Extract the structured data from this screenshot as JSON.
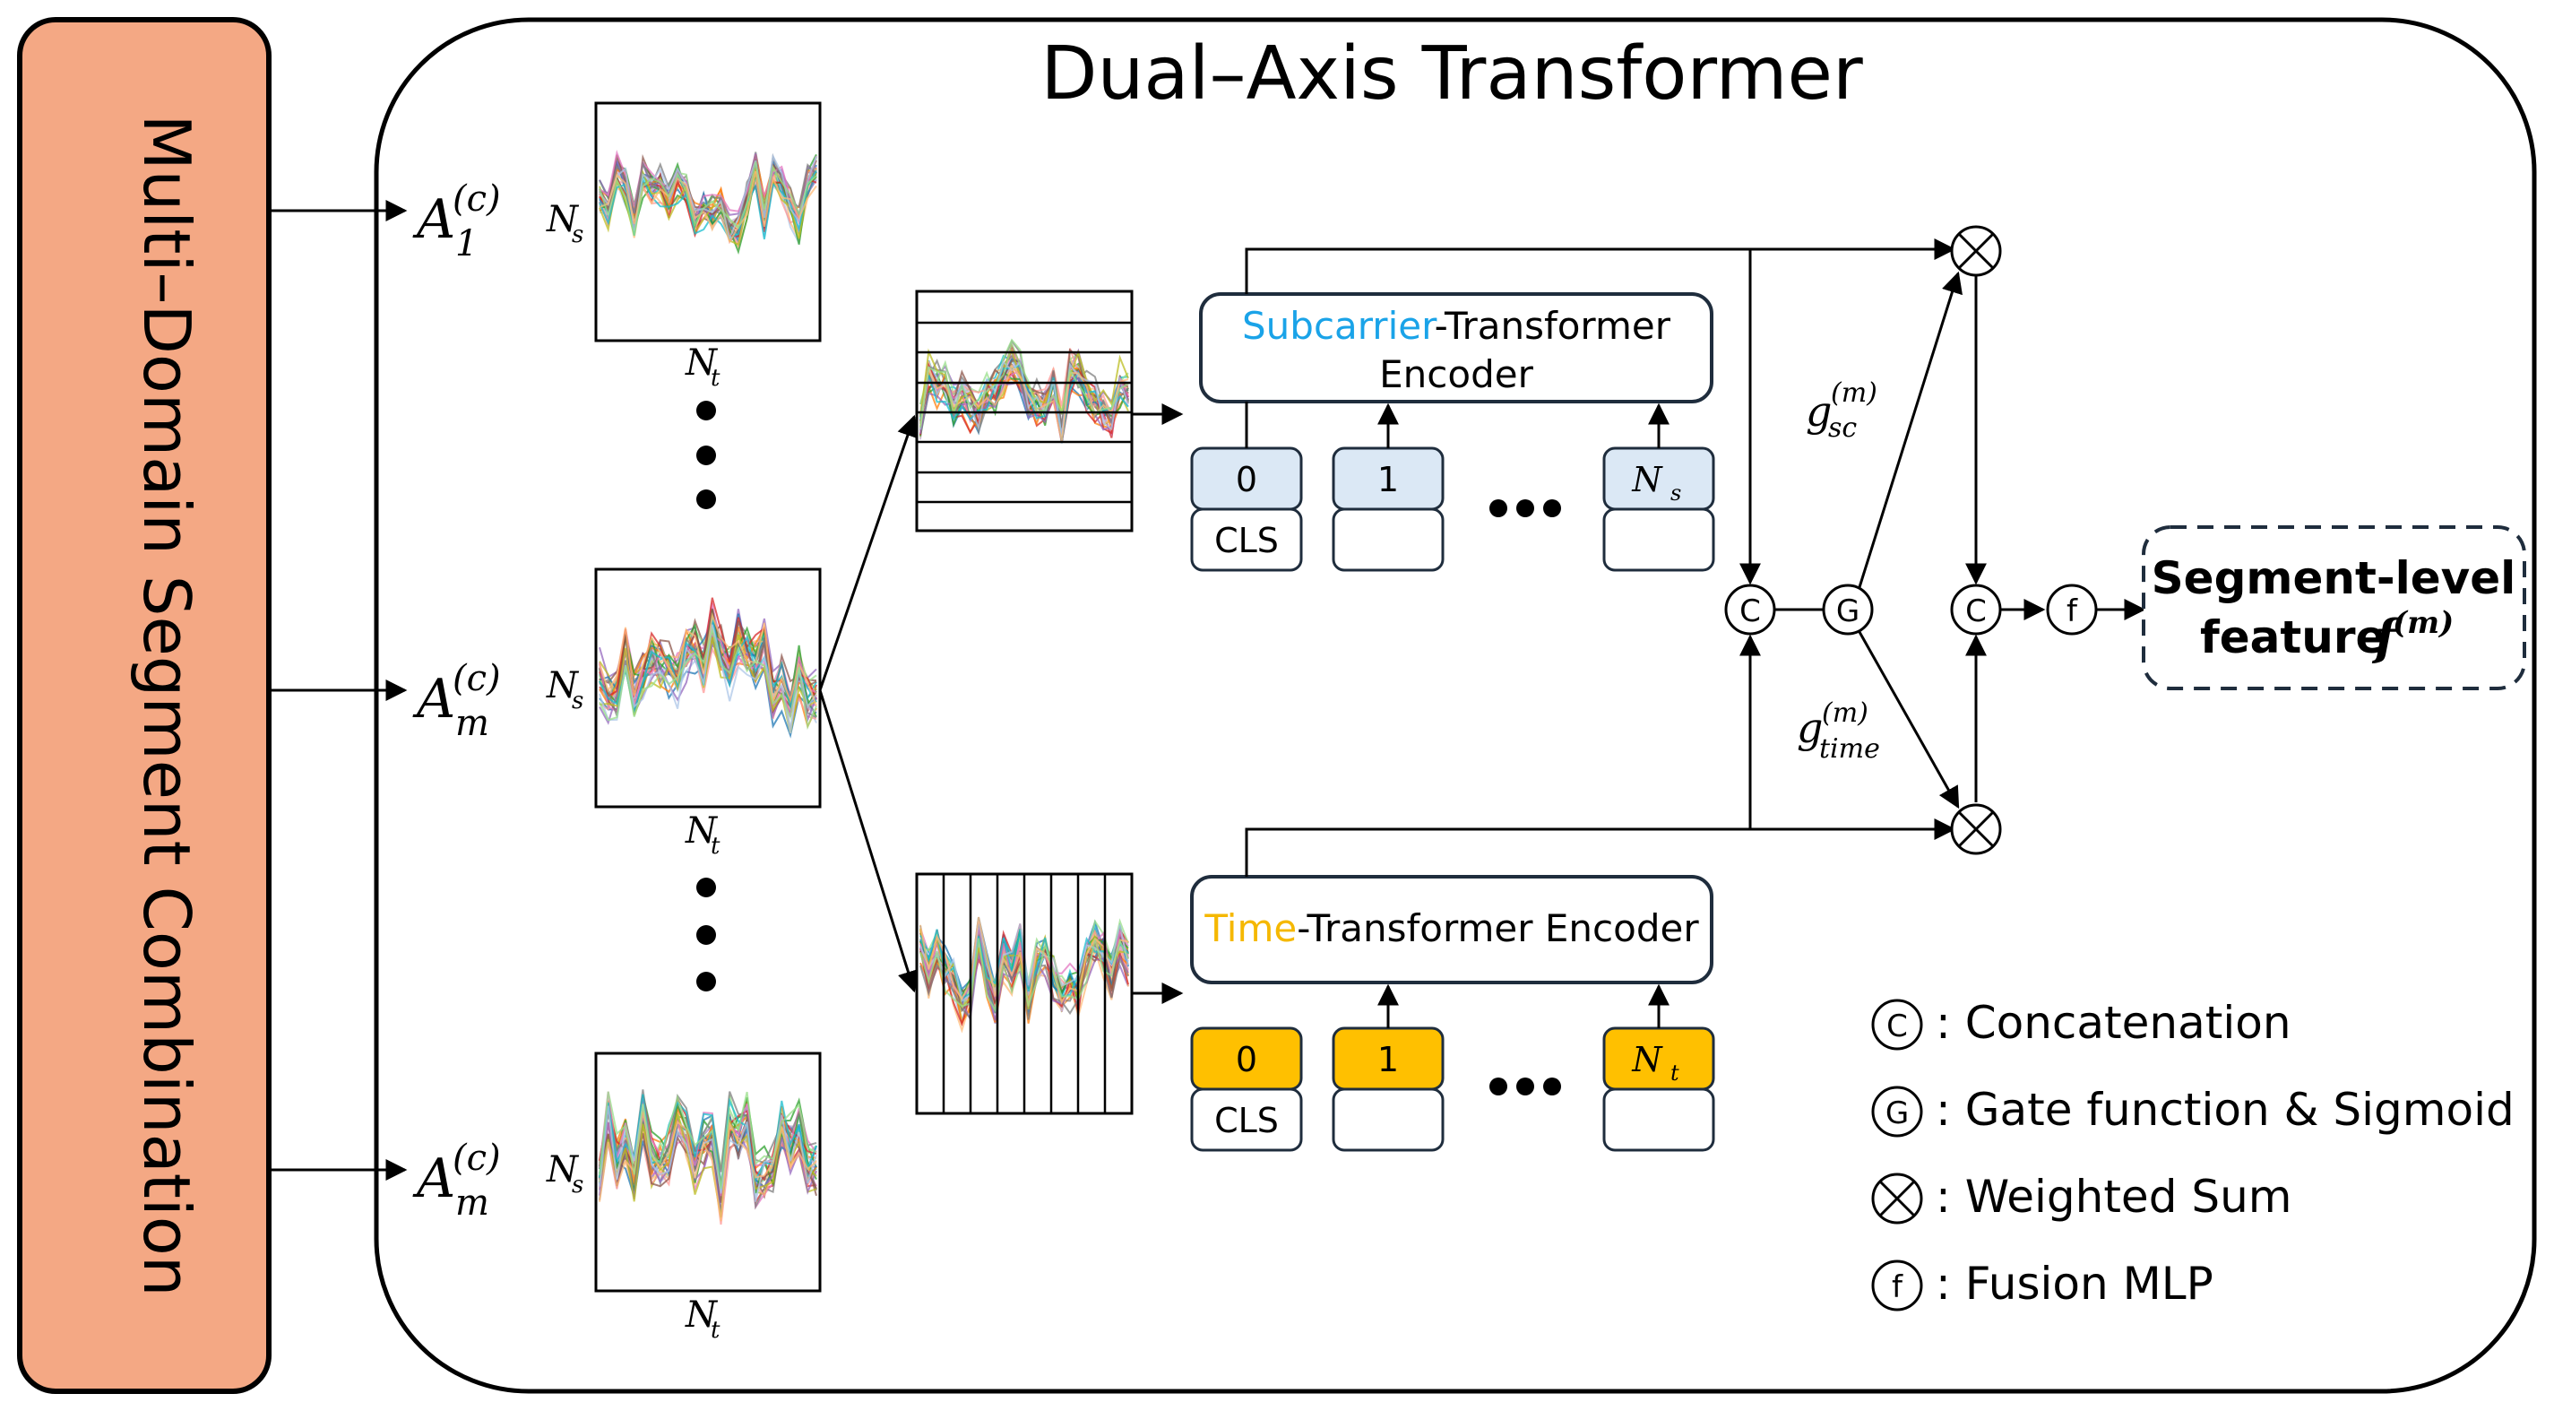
{
  "title": "Dual–Axis Transformer",
  "left_panel": {
    "label": "Multi–Domain Segment Combination"
  },
  "inputs": [
    {
      "symbol": "A",
      "sub": "1",
      "sup": "(c)",
      "dim_s": "N",
      "dim_s_sub": "s",
      "dim_t": "N",
      "dim_t_sub": "t"
    },
    {
      "symbol": "A",
      "sub": "m",
      "sup": "(c)",
      "dim_s": "N",
      "dim_s_sub": "s",
      "dim_t": "N",
      "dim_t_sub": "t"
    },
    {
      "symbol": "A",
      "sub": "m",
      "sup": "(c)",
      "dim_s": "N",
      "dim_s_sub": "s",
      "dim_t": "N",
      "dim_t_sub": "t"
    }
  ],
  "subcarrier_encoder": {
    "title_highlight": "Subcarrier",
    "title_rest": "-Transformer",
    "title_line2": "Encoder",
    "highlight_color": "#1aa3e8",
    "token_fill": "#dbe8f5",
    "tokens": [
      "0",
      "1",
      "N"
    ],
    "last_token_sub": "s",
    "cls_label": "CLS"
  },
  "time_encoder": {
    "title_highlight": "Time",
    "title_rest": "-Transformer Encoder",
    "highlight_color": "#f5b800",
    "token_fill": "#ffc000",
    "tokens": [
      "0",
      "1",
      "N"
    ],
    "last_token_sub": "t",
    "cls_label": "CLS"
  },
  "gates": {
    "g_sc": {
      "base": "g",
      "sub": "sc",
      "sup": "(m)"
    },
    "g_time": {
      "base": "g",
      "sub": "time",
      "sup": "(m)"
    }
  },
  "nodes": {
    "concat": "C",
    "gate": "G",
    "fusion": "f"
  },
  "output": {
    "line1": "Segment-level",
    "line2": "feature",
    "symbol": "f",
    "sup": "(m)"
  },
  "legend": [
    {
      "symbol": "C",
      "text": ": Concatenation"
    },
    {
      "symbol": "G",
      "text": ": Gate function & Sigmoid"
    },
    {
      "symbol": "⊗",
      "text": ": Weighted Sum"
    },
    {
      "symbol": "f",
      "text": ": Fusion MLP"
    }
  ],
  "colors": {
    "left_panel_fill": "#f4a884",
    "stroke": "#000000",
    "dashed_box": "#1f2d3d"
  }
}
